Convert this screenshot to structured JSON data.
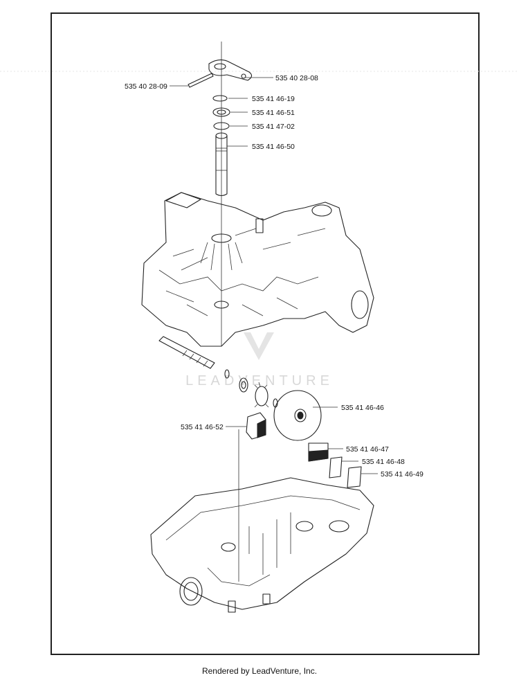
{
  "parts": {
    "p1": "535 40 28-08",
    "p2": "535 40 28-09",
    "p3": "535 41 46-19",
    "p4": "535 41 46-51",
    "p5": "535 41 47-02",
    "p6": "535 41 46-50",
    "p7": "535 41 46-46",
    "p8": "535 41 46-52",
    "p9": "535 41 46-47",
    "p10": "535 41 46-48",
    "p11": "535 41 46-49"
  },
  "watermark": "LEADVENTURE",
  "footer": "Rendered by LeadVenture, Inc."
}
